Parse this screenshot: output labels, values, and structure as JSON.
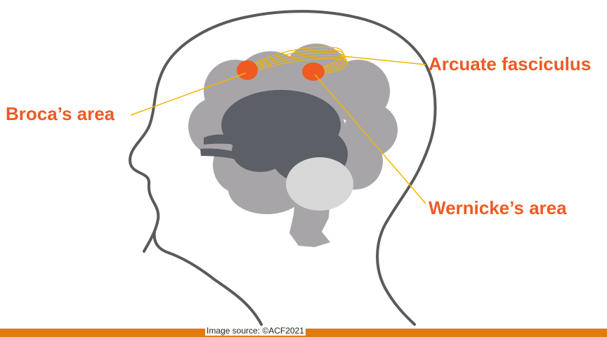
{
  "labels": {
    "arcuate": "Arcuate fasciculus",
    "broca": "Broca’s area",
    "wernicke": "Wernicke’s area"
  },
  "source": "Image source: ©ACF2021",
  "colors": {
    "label": "#ee5a24",
    "region": "#f05a22",
    "pathway": "#f4b400",
    "cerebrum": "#a7a5a8",
    "inner_brain": "#5d5f66",
    "cerebellum": "#d7d7d7",
    "head_outline": "#5a5a5a",
    "footer_bar": "#e07b14"
  }
}
